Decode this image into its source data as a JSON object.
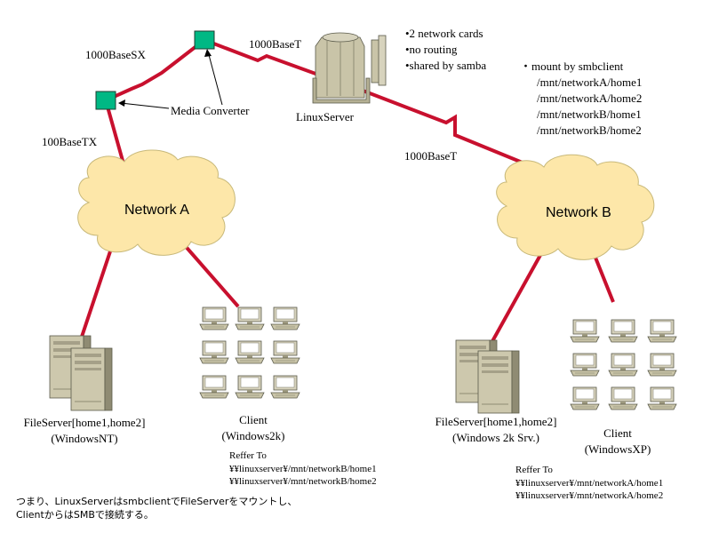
{
  "links": {
    "fiber": "1000BaseSX",
    "utp_top": "1000BaseT",
    "tx": "100BaseTX",
    "utp_right": "1000BaseT"
  },
  "media_converter": "Media Converter",
  "server": {
    "name": "LinuxServer",
    "bullets": [
      "•2 network cards",
      "•no routing",
      "•shared by samba"
    ],
    "mount_title": "・mount by smbclient",
    "mounts": [
      "/mnt/networkA/home1",
      "/mnt/networkA/home2",
      "/mnt/networkB/home1",
      "/mnt/networkB/home2"
    ]
  },
  "network_a": {
    "label": "Network A",
    "fileserver": "FileServer[home1,home2]",
    "fileserver_os": "(WindowsNT)",
    "client": "Client",
    "client_os": "(Windows2k)",
    "refer_title": "Reffer To",
    "refer": [
      "¥¥linuxserver¥/mnt/networkB/home1",
      "¥¥linuxserver¥/mnt/networkB/home2"
    ]
  },
  "network_b": {
    "label": "Network B",
    "fileserver": "FileServer[home1,home2]",
    "fileserver_os": "(Windows 2k Srv.)",
    "client": "Client",
    "client_os": "(WindowsXP)",
    "refer_title": "Reffer To",
    "refer": [
      "¥¥linuxserver¥/mnt/networkA/home1",
      "¥¥linuxserver¥/mnt/networkA/home2"
    ]
  },
  "note": [
    "つまり、LinuxServerはsmbclientでFileServerをマウントし、",
    "ClientからはSMBで接続する。"
  ],
  "colors": {
    "link": "#c8102e",
    "cloud": "#fde7a9",
    "cloud_stroke": "#c8b97a",
    "converter": "#00b884",
    "equipment": "#c9c4a8"
  }
}
